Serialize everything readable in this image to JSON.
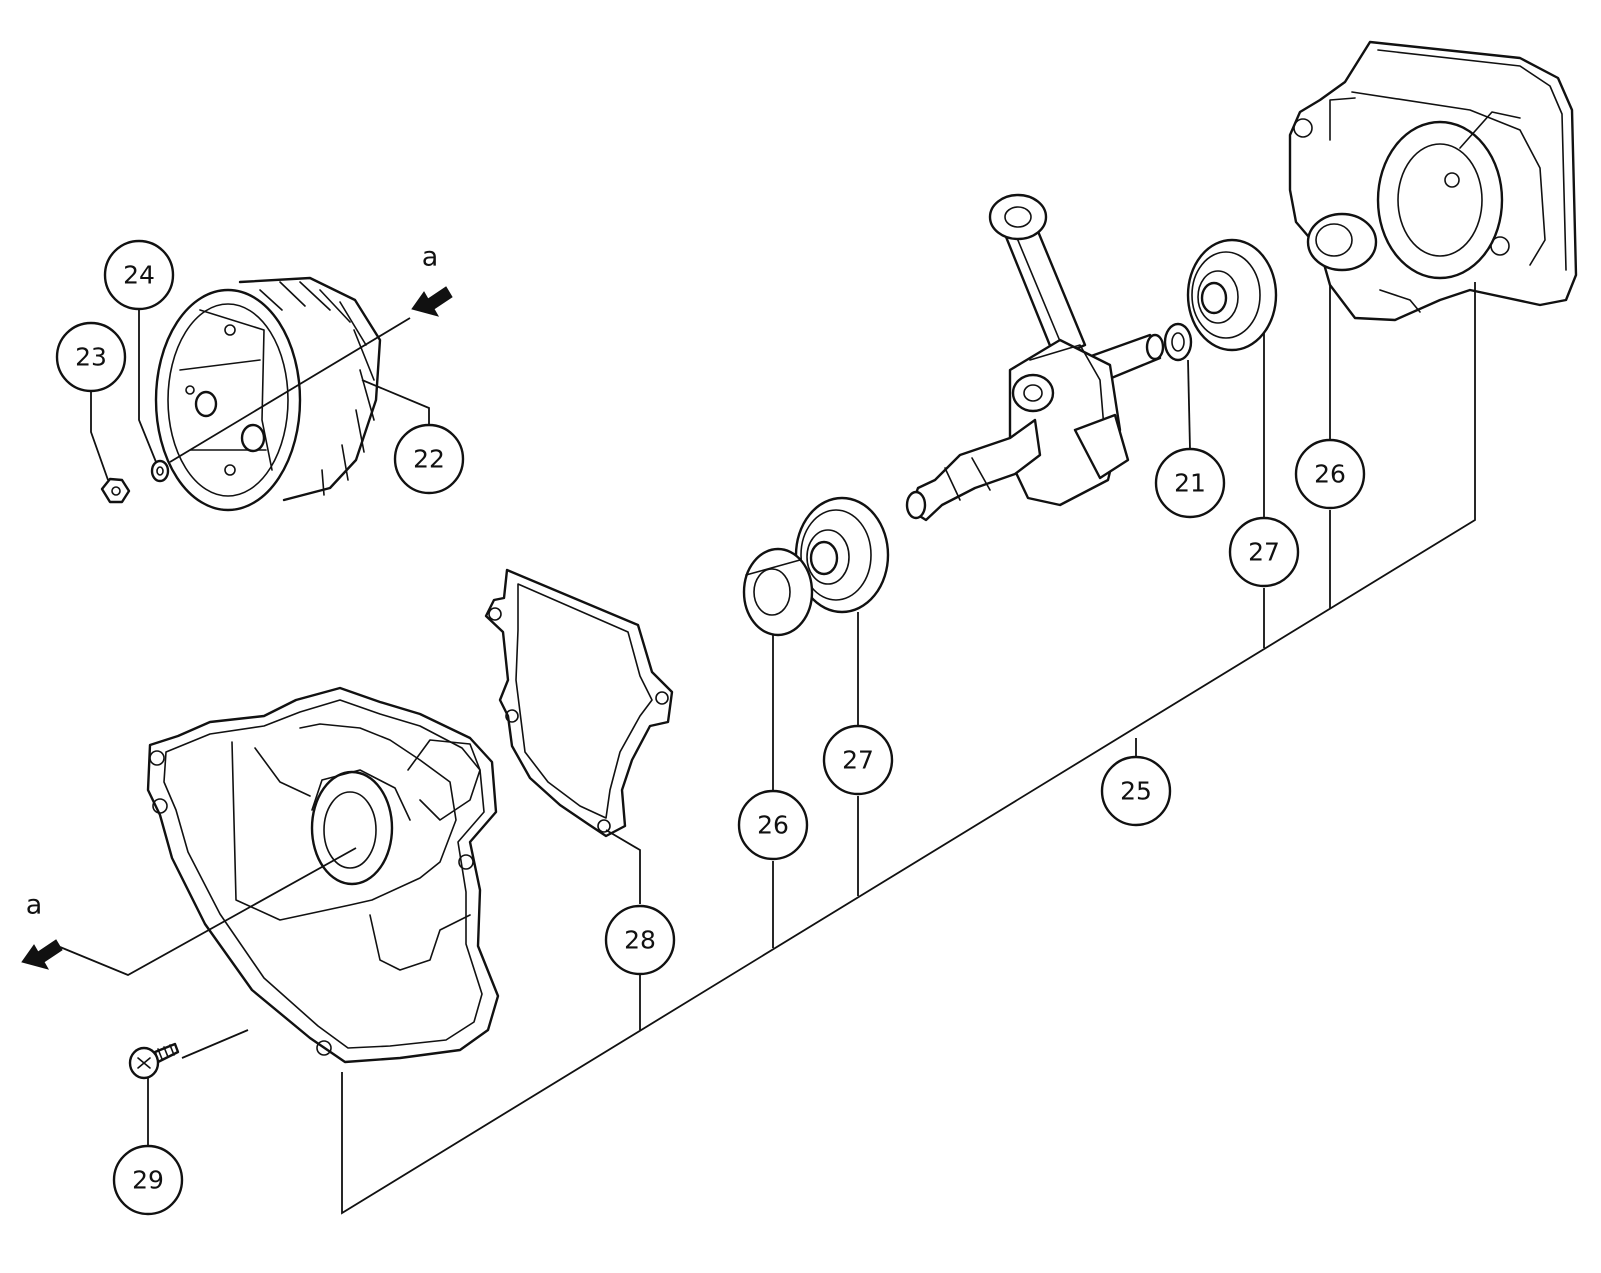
{
  "callouts": {
    "c21": "21",
    "c22": "22",
    "c23": "23",
    "c24": "24",
    "c25": "25",
    "c26_seal_front": "26",
    "c26_seal_rear": "26",
    "c27_bearing_front": "27",
    "c27_bearing_rear": "27",
    "c28": "28",
    "c29": "29"
  },
  "reference_markers": {
    "flywheel_side": "a",
    "crankcase_side": "a"
  },
  "colors": {
    "line": "#111111",
    "background": "#ffffff"
  }
}
